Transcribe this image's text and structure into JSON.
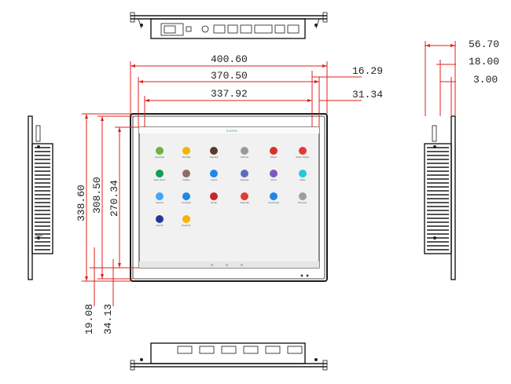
{
  "dimensions": {
    "overall_width": "400.60",
    "outer_width": "370.50",
    "screen_width": "337.92",
    "overall_height": "338.60",
    "outer_height": "308.50",
    "screen_height": "270.34",
    "bottom_edge": "19.08",
    "bottom_margin": "34.13",
    "side_frame": "16.29",
    "side_inner": "31.34",
    "total_depth": "56.70",
    "flange_depth": "18.00",
    "bezel_depth": "3.00"
  },
  "screen": {
    "status_text": "5:40PM",
    "apps": [
      {
        "label": "Launcher",
        "color": "#6cb33f"
      },
      {
        "label": "File Mgr",
        "color": "#f4b400"
      },
      {
        "label": "Camera",
        "color": "#5a3a2a"
      },
      {
        "label": "Chrome",
        "color": "#999999"
      },
      {
        "label": "Music",
        "color": "#d93025"
      },
      {
        "label": "Music Player",
        "color": "#e53935"
      },
      {
        "label": "Apps Store",
        "color": "#0f9d58"
      },
      {
        "label": "Gallery",
        "color": "#8d6e63"
      },
      {
        "label": "Cloud",
        "color": "#1e88e5"
      },
      {
        "label": "Settings",
        "color": "#5c6bc0"
      },
      {
        "label": "Clock",
        "color": "#7e57c2"
      },
      {
        "label": "Video",
        "color": "#26c6da"
      },
      {
        "label": "Search",
        "color": "#42a5f5"
      },
      {
        "label": "Contacts",
        "color": "#1e88e5"
      },
      {
        "label": "Email",
        "color": "#c62828"
      },
      {
        "label": "Calendar",
        "color": "#e53935"
      },
      {
        "label": "Download",
        "color": "#1e88e5"
      },
      {
        "label": "Browser",
        "color": "#9e9e9e"
      },
      {
        "label": "Sound",
        "color": "#283593"
      },
      {
        "label": "Explorer",
        "color": "#f4b400"
      }
    ]
  }
}
